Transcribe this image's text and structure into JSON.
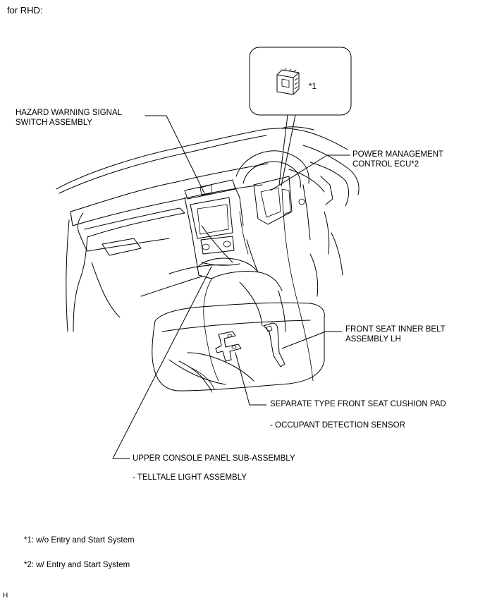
{
  "header": {
    "variant": "for RHD:"
  },
  "inset": {
    "marker": "*1"
  },
  "callouts": {
    "hazard": {
      "line1": "HAZARD WARNING SIGNAL",
      "line2": "SWITCH ASSEMBLY"
    },
    "pmc": {
      "line1": "POWER MANAGEMENT",
      "line2": "CONTROL ECU*2"
    },
    "belt": {
      "line1": "FRONT SEAT INNER BELT",
      "line2": "ASSEMBLY LH"
    },
    "cushion": {
      "line1": "SEPARATE TYPE FRONT SEAT CUSHION PAD",
      "sub": "- OCCUPANT DETECTION SENSOR"
    },
    "console": {
      "line1": "UPPER CONSOLE PANEL SUB-ASSEMBLY",
      "sub": "- TELLTALE LIGHT ASSEMBLY"
    }
  },
  "notes": {
    "n1": "*1: w/o Entry and Start System",
    "n2": "*2: w/ Entry and Start System"
  },
  "footer": {
    "mark": "H"
  }
}
